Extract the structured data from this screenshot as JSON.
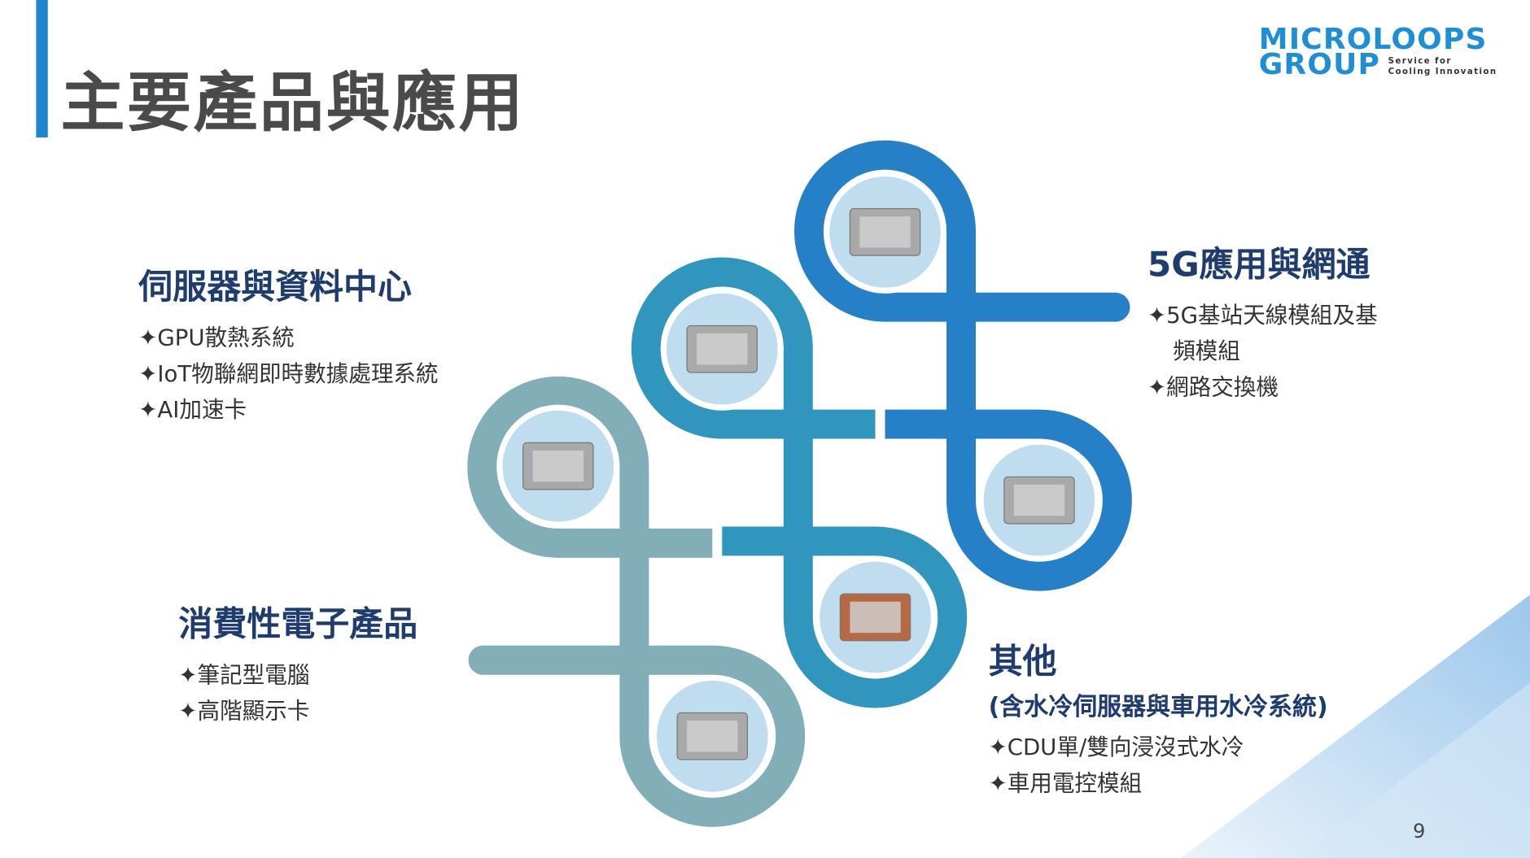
{
  "title": "主要產品與應用",
  "logo": {
    "line1": "MICROLOOPS",
    "line2": "GROUP",
    "tagline1": "Service for",
    "tagline2": "Cooling Innovation"
  },
  "colors": {
    "accent": "#1E86D0",
    "loop_dark": "#2580C8",
    "loop_mid": "#3196BD",
    "loop_light": "#82AEB8",
    "heading": "#1F3C6E"
  },
  "sections": {
    "server": {
      "heading": "伺服器與資料中心",
      "bullets": [
        "✦GPU散熱系統",
        "✦IoT物聯網即時數據處理系統",
        "✦AI加速卡"
      ]
    },
    "network": {
      "heading": "5G應用與網通",
      "bullets": [
        "✦5G基站天線模組及基",
        "頻模組",
        "✦網路交換機"
      ]
    },
    "consumer": {
      "heading": "消費性電子產品",
      "bullets": [
        "✦筆記型電腦",
        "✦高階顯示卡"
      ]
    },
    "other": {
      "heading": "其他",
      "subheading": "(含水冷伺服器與車用水冷系統)",
      "bullets": [
        "✦CDU單/雙向浸沒式水冷",
        "✦車用電控模組"
      ]
    }
  },
  "product_images": [
    "heat-pipe-module",
    "automotive-controller",
    "laptop-fan-cooler",
    "server-heatsink",
    "copper-cold-plate",
    "vapor-chamber-case"
  ],
  "page_number": "9"
}
